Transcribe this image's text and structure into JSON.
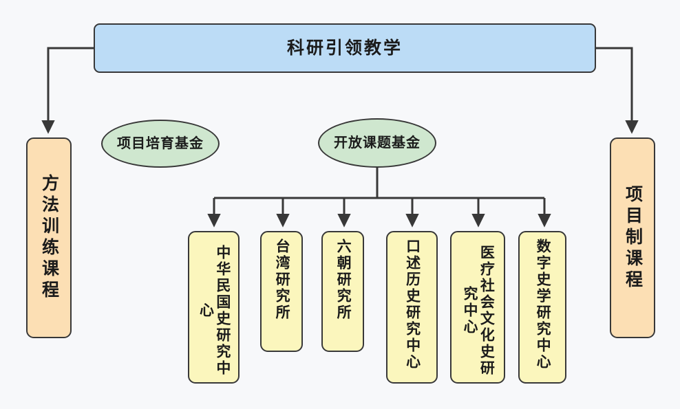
{
  "diagram": {
    "title": "科研引领教学",
    "background_color": "#f7f8fa",
    "stroke_color": "#383838",
    "colors": {
      "root_fill": "#bcdcf6",
      "course_fill": "#fcdfb4",
      "fund_fill": "#cfe7cf",
      "institute_fill": "#fbf6bd"
    }
  },
  "root": {
    "label": "科研引领教学"
  },
  "courses": [
    {
      "label": "方法训练课程"
    },
    {
      "label": "项目制课程"
    }
  ],
  "funds": [
    {
      "label": "项目培育基金"
    },
    {
      "label": "开放课题基金"
    }
  ],
  "institutes": [
    {
      "label": "中华民国史研究中心"
    },
    {
      "label": "台湾研究所"
    },
    {
      "label": "六朝研究所"
    },
    {
      "label": "口述历史研究中心"
    },
    {
      "label": "医疗社会文化史研究中心"
    },
    {
      "label": "数字史学研究中心"
    }
  ]
}
